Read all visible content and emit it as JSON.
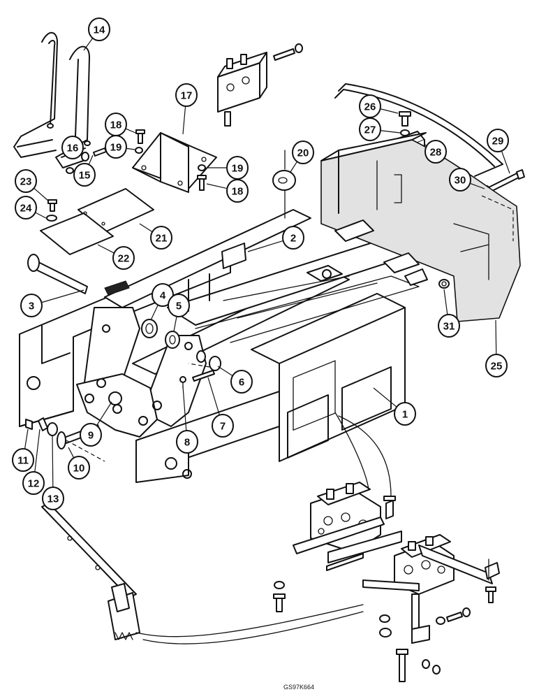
{
  "diagram": {
    "reference_code": "GS97K664",
    "callouts": [
      {
        "label": "1"
      },
      {
        "label": "2"
      },
      {
        "label": "3"
      },
      {
        "label": "4"
      },
      {
        "label": "5"
      },
      {
        "label": "6"
      },
      {
        "label": "7"
      },
      {
        "label": "8"
      },
      {
        "label": "9"
      },
      {
        "label": "10"
      },
      {
        "label": "11"
      },
      {
        "label": "12"
      },
      {
        "label": "13"
      },
      {
        "label": "14"
      },
      {
        "label": "15"
      },
      {
        "label": "16"
      },
      {
        "label": "17"
      },
      {
        "label": "18"
      },
      {
        "label": "19"
      },
      {
        "label": "19"
      },
      {
        "label": "18"
      },
      {
        "label": "20"
      },
      {
        "label": "21"
      },
      {
        "label": "22"
      },
      {
        "label": "23"
      },
      {
        "label": "24"
      },
      {
        "label": "25"
      },
      {
        "label": "26"
      },
      {
        "label": "27"
      },
      {
        "label": "28"
      },
      {
        "label": "29"
      },
      {
        "label": "30"
      },
      {
        "label": "31"
      }
    ]
  }
}
